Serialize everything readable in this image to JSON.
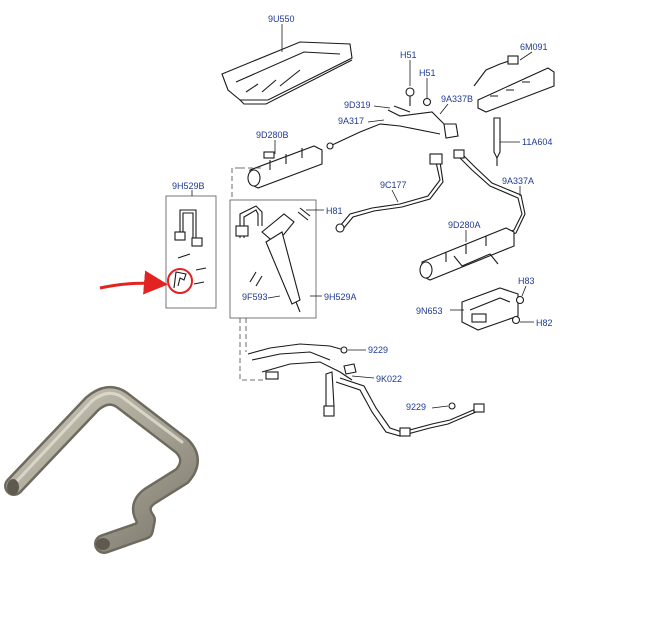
{
  "labels": {
    "l9U550": "9U550",
    "lH51a": "H51",
    "lH51b": "H51",
    "l6M091": "6M091",
    "l9D319": "9D319",
    "l9A337B": "9A337B",
    "l9A317": "9A317",
    "l11A604": "11A604",
    "l9D280B": "9D280B",
    "l9C177": "9C177",
    "l9A337A": "9A337A",
    "l9H529B": "9H529B",
    "lH81": "H81",
    "l9D280A": "9D280A",
    "lH83": "H83",
    "l9F593": "9F593",
    "l9H529A": "9H529A",
    "l9N653": "9N653",
    "lH82": "H82",
    "l9229a": "9229",
    "l9K022": "9K022",
    "l9229b": "9229"
  },
  "colors": {
    "label": "#1f3a93",
    "line": "#1a1a1a",
    "highlight": "#e32222",
    "clip_metal": "#a8a496"
  }
}
